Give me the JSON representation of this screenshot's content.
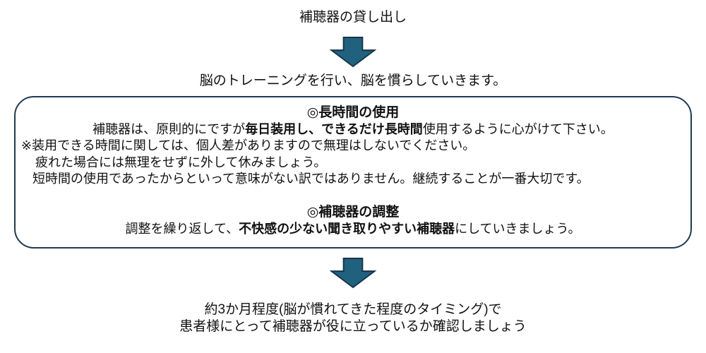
{
  "colors": {
    "background": "#ffffff",
    "text": "#111111",
    "arrow_fill": "#20617E",
    "arrow_stroke": "#16334A",
    "box_border": "#1F3A52"
  },
  "flow": {
    "step1": "補聴器の貸し出し",
    "step2": "脳のトレーニングを行い、脳を慣らしていきます。",
    "box": {
      "section1": {
        "heading": "◎長時間の使用",
        "line1_pre": "補聴器は、原則的にですが",
        "line1_bold": "毎日装用し、できるだけ長時間",
        "line1_post": "使用するように心がけて下さい。",
        "note1": "※装用できる時間に関しては、個人差がありますので無理はしないでください。",
        "note2": "疲れた場合には無理をせずに外して休みましょう。",
        "note3": "短時間の使用であったからといって意味がない訳ではありません。継続することが一番大切です。"
      },
      "section2": {
        "heading": "◎補聴器の調整",
        "line_pre": "調整を繰り返して、",
        "line_bold": "不快感の少ない聞き取りやすい補聴器",
        "line_post": "にしていきましょう。"
      }
    },
    "step3_line1": "約3か月程度(脳が慣れてきた程度のタイミング)で",
    "step3_line2": "患者様にとって補聴器が役に立っているか確認しましょう"
  }
}
